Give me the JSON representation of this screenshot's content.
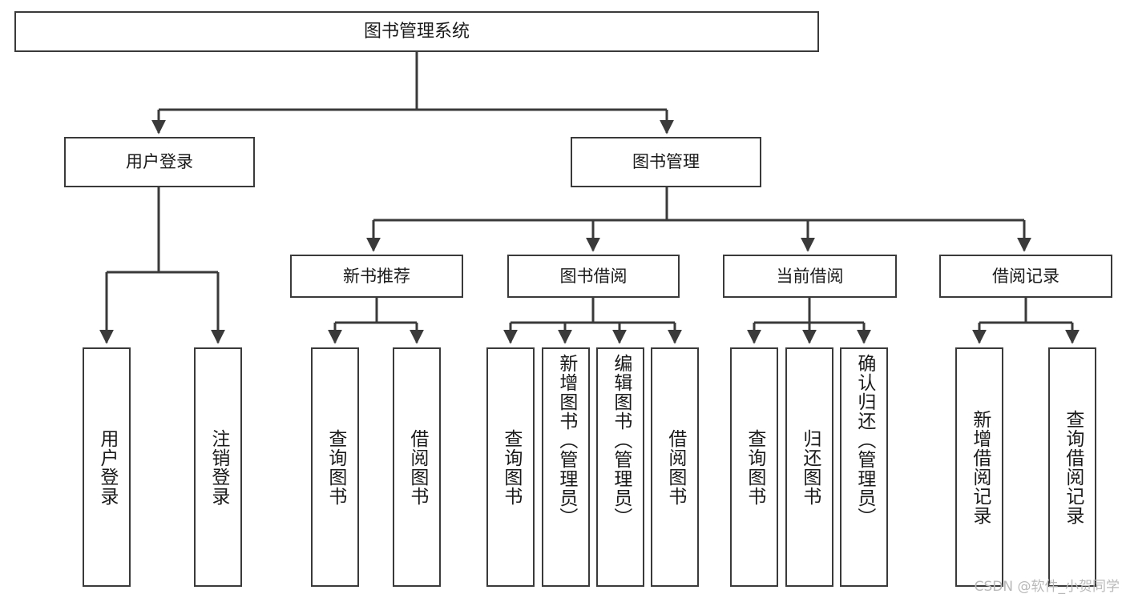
{
  "diagram": {
    "title": "图书管理系统",
    "type": "tree-hierarchy",
    "watermark": "CSDN @软件_小贺同学",
    "root": {
      "id": "root",
      "label": "图书管理系统"
    },
    "level1": [
      {
        "id": "user-login",
        "label": "用户登录"
      },
      {
        "id": "book-manage",
        "label": "图书管理"
      }
    ],
    "level2": [
      {
        "id": "new-book-rec",
        "label": "新书推荐",
        "parent": "book-manage"
      },
      {
        "id": "book-borrow",
        "label": "图书借阅",
        "parent": "book-manage"
      },
      {
        "id": "current-borrow",
        "label": "当前借阅",
        "parent": "book-manage"
      },
      {
        "id": "borrow-record",
        "label": "借阅记录",
        "parent": "book-manage"
      }
    ],
    "leaves": {
      "user_login": [
        {
          "id": "leaf-user-login",
          "label": "用户登录"
        },
        {
          "id": "leaf-logout",
          "label": "注销登录"
        }
      ],
      "new_book_rec": [
        {
          "id": "leaf-query-book-1",
          "label": "查询图书"
        },
        {
          "id": "leaf-borrow-book-1",
          "label": "借阅图书"
        }
      ],
      "book_borrow": [
        {
          "id": "leaf-query-book-2",
          "label": "查询图书"
        },
        {
          "id": "leaf-add-book",
          "label": "新增图书（管理员）"
        },
        {
          "id": "leaf-edit-book",
          "label": "编辑图书（管理员）"
        },
        {
          "id": "leaf-borrow-book-2",
          "label": "借阅图书"
        }
      ],
      "current_borrow": [
        {
          "id": "leaf-query-book-3",
          "label": "查询图书"
        },
        {
          "id": "leaf-return-book",
          "label": "归还图书"
        },
        {
          "id": "leaf-confirm-return",
          "label": "确认归还（管理员）"
        }
      ],
      "borrow_record": [
        {
          "id": "leaf-add-record",
          "label": "新增借阅记录"
        },
        {
          "id": "leaf-query-record",
          "label": "查询借阅记录"
        }
      ]
    },
    "colors": {
      "stroke": "#3a3a3a",
      "fill": "#ffffff",
      "text": "#1a1a1a",
      "watermark": "#b9b9b9"
    }
  }
}
